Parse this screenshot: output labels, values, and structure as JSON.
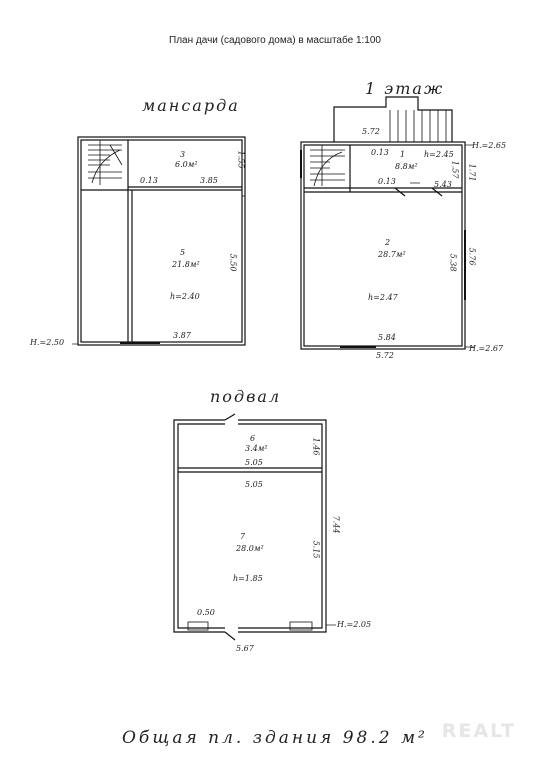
{
  "title": "План дачи (садового дома) в масштабе 1:100",
  "floors": {
    "attic": {
      "name": "мансарда",
      "level": "Н.=2.50",
      "rooms": [
        {
          "num": "3",
          "area": "6.0м²"
        },
        {
          "num": "5",
          "area": "21.8м²",
          "height": "h=2.40"
        }
      ],
      "dims": [
        "1.55",
        "3.85",
        "0.13",
        "5.50",
        "3.87"
      ]
    },
    "first": {
      "name": "1 этаж",
      "level_top": "Н.=2.65",
      "level_bottom": "Н.=2.67",
      "rooms": [
        {
          "num": "1",
          "area": "8.8м²",
          "height": "h=2.45"
        },
        {
          "num": "2",
          "area": "28.7м²",
          "height": "h=2.47"
        }
      ],
      "dims": [
        "5.72",
        "0.13",
        "1.57",
        "1.71",
        "0.13",
        "5.43",
        "5.38",
        "5.76",
        "5.84",
        "5.72"
      ]
    },
    "basement": {
      "name": "подвал",
      "level": "Н.=2.05",
      "rooms": [
        {
          "num": "6",
          "area": "3.4м²"
        },
        {
          "num": "7",
          "area": "28.0м²",
          "height": "h=1.85"
        }
      ],
      "dims": [
        "1.46",
        "5.05",
        "5.05",
        "7.44",
        "5.15",
        "0.50",
        "5.67"
      ]
    }
  },
  "total_area": "Общая пл. здания 98.2 м²",
  "watermark": "REALT"
}
